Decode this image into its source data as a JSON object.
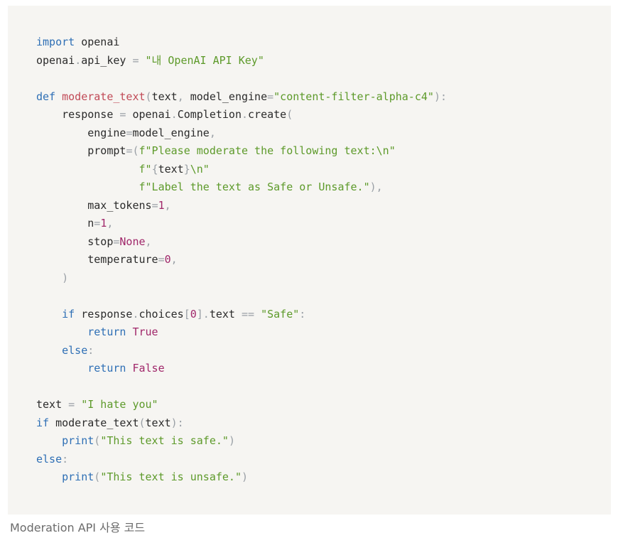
{
  "code": {
    "language": "python",
    "lines": [
      [
        {
          "t": "import",
          "c": "keyword"
        },
        {
          "t": " openai",
          "c": "ident"
        }
      ],
      [
        {
          "t": "openai",
          "c": "ident"
        },
        {
          "t": ".",
          "c": "op"
        },
        {
          "t": "api_key ",
          "c": "ident"
        },
        {
          "t": "=",
          "c": "op"
        },
        {
          "t": " ",
          "c": "ident"
        },
        {
          "t": "\"내 OpenAI API Key\"",
          "c": "string"
        }
      ],
      [],
      [
        {
          "t": "def",
          "c": "keyword"
        },
        {
          "t": " ",
          "c": "ident"
        },
        {
          "t": "moderate_text",
          "c": "func"
        },
        {
          "t": "(",
          "c": "op"
        },
        {
          "t": "text",
          "c": "ident"
        },
        {
          "t": ",",
          "c": "op"
        },
        {
          "t": " model_engine",
          "c": "ident"
        },
        {
          "t": "=",
          "c": "op"
        },
        {
          "t": "\"content-filter-alpha-c4\"",
          "c": "string"
        },
        {
          "t": "):",
          "c": "op"
        }
      ],
      [
        {
          "t": "    response ",
          "c": "ident"
        },
        {
          "t": "=",
          "c": "op"
        },
        {
          "t": " openai",
          "c": "ident"
        },
        {
          "t": ".",
          "c": "op"
        },
        {
          "t": "Completion",
          "c": "ident"
        },
        {
          "t": ".",
          "c": "op"
        },
        {
          "t": "create",
          "c": "ident"
        },
        {
          "t": "(",
          "c": "op"
        }
      ],
      [
        {
          "t": "        engine",
          "c": "ident"
        },
        {
          "t": "=",
          "c": "op"
        },
        {
          "t": "model_engine",
          "c": "ident"
        },
        {
          "t": ",",
          "c": "op"
        }
      ],
      [
        {
          "t": "        prompt",
          "c": "ident"
        },
        {
          "t": "=(",
          "c": "op"
        },
        {
          "t": "f\"Please moderate the following text:\\n\"",
          "c": "string"
        }
      ],
      [
        {
          "t": "                ",
          "c": "ident"
        },
        {
          "t": "f\"",
          "c": "string"
        },
        {
          "t": "{",
          "c": "op"
        },
        {
          "t": "text",
          "c": "ident"
        },
        {
          "t": "}",
          "c": "op"
        },
        {
          "t": "\\n\"",
          "c": "string"
        }
      ],
      [
        {
          "t": "                ",
          "c": "ident"
        },
        {
          "t": "f\"Label the text as Safe or Unsafe.\"",
          "c": "string"
        },
        {
          "t": "),",
          "c": "op"
        }
      ],
      [
        {
          "t": "        max_tokens",
          "c": "ident"
        },
        {
          "t": "=",
          "c": "op"
        },
        {
          "t": "1",
          "c": "number"
        },
        {
          "t": ",",
          "c": "op"
        }
      ],
      [
        {
          "t": "        n",
          "c": "ident"
        },
        {
          "t": "=",
          "c": "op"
        },
        {
          "t": "1",
          "c": "number"
        },
        {
          "t": ",",
          "c": "op"
        }
      ],
      [
        {
          "t": "        stop",
          "c": "ident"
        },
        {
          "t": "=",
          "c": "op"
        },
        {
          "t": "None",
          "c": "const"
        },
        {
          "t": ",",
          "c": "op"
        }
      ],
      [
        {
          "t": "        temperature",
          "c": "ident"
        },
        {
          "t": "=",
          "c": "op"
        },
        {
          "t": "0",
          "c": "number"
        },
        {
          "t": ",",
          "c": "op"
        }
      ],
      [
        {
          "t": "    ",
          "c": "ident"
        },
        {
          "t": ")",
          "c": "op"
        }
      ],
      [],
      [
        {
          "t": "    ",
          "c": "ident"
        },
        {
          "t": "if",
          "c": "keyword"
        },
        {
          "t": " response",
          "c": "ident"
        },
        {
          "t": ".",
          "c": "op"
        },
        {
          "t": "choices",
          "c": "ident"
        },
        {
          "t": "[",
          "c": "op"
        },
        {
          "t": "0",
          "c": "number"
        },
        {
          "t": "].",
          "c": "op"
        },
        {
          "t": "text ",
          "c": "ident"
        },
        {
          "t": "==",
          "c": "op"
        },
        {
          "t": " ",
          "c": "ident"
        },
        {
          "t": "\"Safe\"",
          "c": "string"
        },
        {
          "t": ":",
          "c": "op"
        }
      ],
      [
        {
          "t": "        ",
          "c": "ident"
        },
        {
          "t": "return",
          "c": "keyword"
        },
        {
          "t": " ",
          "c": "ident"
        },
        {
          "t": "True",
          "c": "const"
        }
      ],
      [
        {
          "t": "    ",
          "c": "ident"
        },
        {
          "t": "else",
          "c": "keyword"
        },
        {
          "t": ":",
          "c": "op"
        }
      ],
      [
        {
          "t": "        ",
          "c": "ident"
        },
        {
          "t": "return",
          "c": "keyword"
        },
        {
          "t": " ",
          "c": "ident"
        },
        {
          "t": "False",
          "c": "const"
        }
      ],
      [],
      [
        {
          "t": "text ",
          "c": "ident"
        },
        {
          "t": "=",
          "c": "op"
        },
        {
          "t": " ",
          "c": "ident"
        },
        {
          "t": "\"I hate you\"",
          "c": "string"
        }
      ],
      [
        {
          "t": "if",
          "c": "keyword"
        },
        {
          "t": " moderate_text",
          "c": "ident"
        },
        {
          "t": "(",
          "c": "op"
        },
        {
          "t": "text",
          "c": "ident"
        },
        {
          "t": "):",
          "c": "op"
        }
      ],
      [
        {
          "t": "    ",
          "c": "ident"
        },
        {
          "t": "print",
          "c": "keyword"
        },
        {
          "t": "(",
          "c": "op"
        },
        {
          "t": "\"This text is safe.\"",
          "c": "string"
        },
        {
          "t": ")",
          "c": "op"
        }
      ],
      [
        {
          "t": "else",
          "c": "keyword"
        },
        {
          "t": ":",
          "c": "op"
        }
      ],
      [
        {
          "t": "    ",
          "c": "ident"
        },
        {
          "t": "print",
          "c": "keyword"
        },
        {
          "t": "(",
          "c": "op"
        },
        {
          "t": "\"This text is unsafe.\"",
          "c": "string"
        },
        {
          "t": ")",
          "c": "op"
        }
      ]
    ]
  },
  "caption": "Moderation API 사용 코드",
  "colors": {
    "code_background": "#f6f5f2",
    "keyword": "#2e6fb5",
    "function": "#c14a57",
    "string": "#5d9a2a",
    "number": "#a0276a",
    "operator": "#9aa0a6",
    "text": "#2b2b2b",
    "caption": "#6b6b6b"
  }
}
